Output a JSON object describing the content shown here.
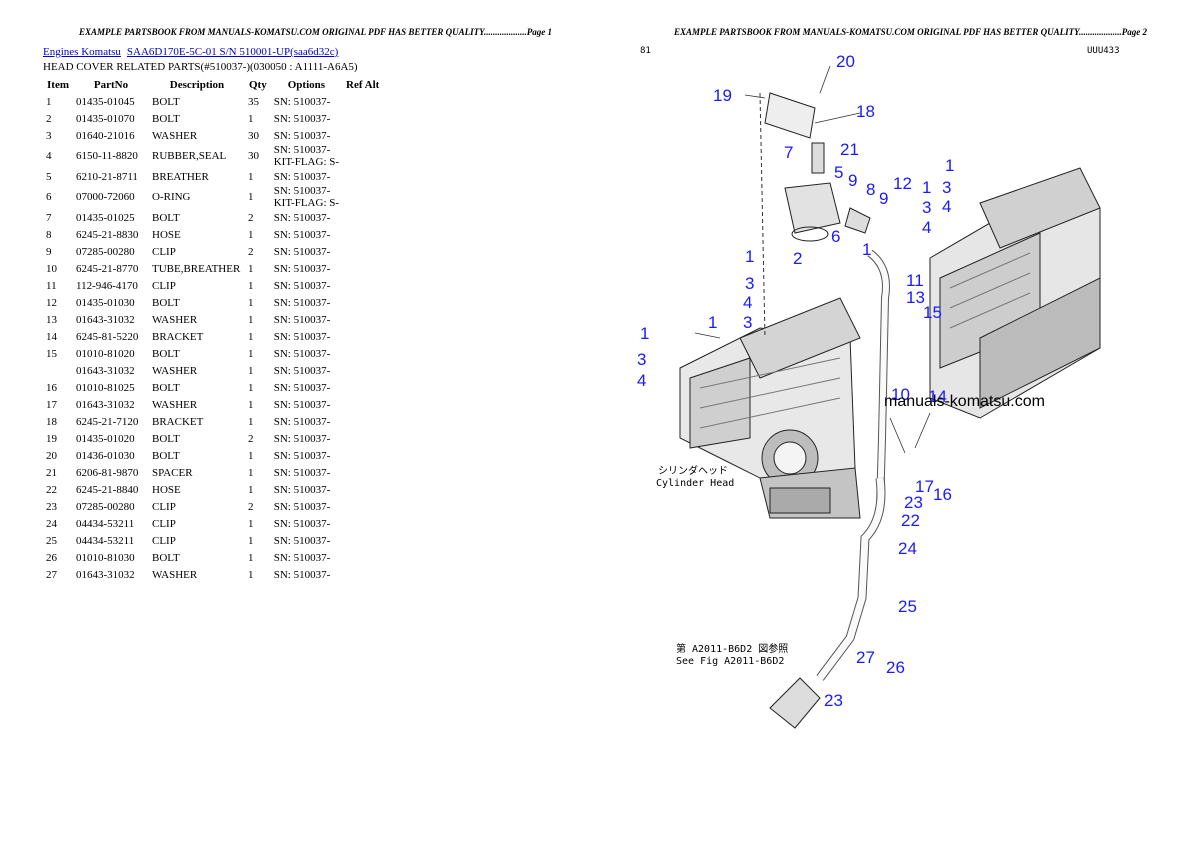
{
  "header": {
    "left_page": "EXAMPLE PARTSBOOK FROM MANUALS-KOMATSU.COM ORIGINAL PDF HAS BETTER QUALITY...................Page 1",
    "right_page": "EXAMPLE PARTSBOOK FROM MANUALS-KOMATSU.COM ORIGINAL PDF HAS BETTER QUALITY...................Page 2"
  },
  "breadcrumb": {
    "link1": "Engines Komatsu",
    "link2": "SAA6D170E-5C-01 S/N 510001-UP(saa6d32c)"
  },
  "subtitle": "HEAD COVER RELATED PARTS(#510037-)(030050 : A1111-A6A5)",
  "table": {
    "headers": [
      "Item",
      "PartNo",
      "Description",
      "Qty",
      "Options",
      "Ref Alt"
    ],
    "rows": [
      {
        "item": "1",
        "part": "01435-01045",
        "desc": "BOLT",
        "qty": "35",
        "opt": "SN: 510037-"
      },
      {
        "item": "2",
        "part": "01435-01070",
        "desc": "BOLT",
        "qty": "1",
        "opt": "SN: 510037-"
      },
      {
        "item": "3",
        "part": "01640-21016",
        "desc": "WASHER",
        "qty": "30",
        "opt": "SN: 510037-"
      },
      {
        "item": "4",
        "part": "6150-11-8820",
        "desc": "RUBBER,SEAL",
        "qty": "30",
        "opt": "SN: 510037-",
        "opt2": "KIT-FLAG: S-"
      },
      {
        "item": "5",
        "part": "6210-21-8711",
        "desc": "BREATHER",
        "qty": "1",
        "opt": "SN: 510037-"
      },
      {
        "item": "6",
        "part": "07000-72060",
        "desc": "O-RING",
        "qty": "1",
        "opt": "SN: 510037-",
        "opt2": "KIT-FLAG: S-"
      },
      {
        "item": "7",
        "part": "01435-01025",
        "desc": "BOLT",
        "qty": "2",
        "opt": "SN: 510037-"
      },
      {
        "item": "8",
        "part": "6245-21-8830",
        "desc": "HOSE",
        "qty": "1",
        "opt": "SN: 510037-"
      },
      {
        "item": "9",
        "part": "07285-00280",
        "desc": "CLIP",
        "qty": "2",
        "opt": "SN: 510037-"
      },
      {
        "item": "10",
        "part": "6245-21-8770",
        "desc": "TUBE,BREATHER",
        "qty": "1",
        "opt": "SN: 510037-"
      },
      {
        "item": "11",
        "part": "112-946-4170",
        "desc": "CLIP",
        "qty": "1",
        "opt": "SN: 510037-"
      },
      {
        "item": "12",
        "part": "01435-01030",
        "desc": "BOLT",
        "qty": "1",
        "opt": "SN: 510037-"
      },
      {
        "item": "13",
        "part": "01643-31032",
        "desc": "WASHER",
        "qty": "1",
        "opt": "SN: 510037-"
      },
      {
        "item": "14",
        "part": "6245-81-5220",
        "desc": "BRACKET",
        "qty": "1",
        "opt": "SN: 510037-"
      },
      {
        "item": "15",
        "part": "01010-81020",
        "desc": "BOLT",
        "qty": "1",
        "opt": "SN: 510037-"
      },
      {
        "item": "",
        "part": "01643-31032",
        "desc": "WASHER",
        "qty": "1",
        "opt": "SN: 510037-"
      },
      {
        "item": "16",
        "part": "01010-81025",
        "desc": "BOLT",
        "qty": "1",
        "opt": "SN: 510037-"
      },
      {
        "item": "17",
        "part": "01643-31032",
        "desc": "WASHER",
        "qty": "1",
        "opt": "SN: 510037-"
      },
      {
        "item": "18",
        "part": "6245-21-7120",
        "desc": "BRACKET",
        "qty": "1",
        "opt": "SN: 510037-"
      },
      {
        "item": "19",
        "part": "01435-01020",
        "desc": "BOLT",
        "qty": "2",
        "opt": "SN: 510037-"
      },
      {
        "item": "20",
        "part": "01436-01030",
        "desc": "BOLT",
        "qty": "1",
        "opt": "SN: 510037-"
      },
      {
        "item": "21",
        "part": "6206-81-9870",
        "desc": "SPACER",
        "qty": "1",
        "opt": "SN: 510037-"
      },
      {
        "item": "22",
        "part": "6245-21-8840",
        "desc": "HOSE",
        "qty": "1",
        "opt": "SN: 510037-"
      },
      {
        "item": "23",
        "part": "07285-00280",
        "desc": "CLIP",
        "qty": "2",
        "opt": "SN: 510037-"
      },
      {
        "item": "24",
        "part": "04434-53211",
        "desc": "CLIP",
        "qty": "1",
        "opt": "SN: 510037-"
      },
      {
        "item": "25",
        "part": "04434-53211",
        "desc": "CLIP",
        "qty": "1",
        "opt": "SN: 510037-"
      },
      {
        "item": "26",
        "part": "01010-81030",
        "desc": "BOLT",
        "qty": "1",
        "opt": "SN: 510037-"
      },
      {
        "item": "27",
        "part": "01643-31032",
        "desc": "WASHER",
        "qty": "1",
        "opt": "SN: 510037-"
      }
    ]
  },
  "figure": {
    "code_left": "81",
    "code_right": "UUU433",
    "watermark": "manuals-komatsu.com",
    "cylinder_head_jp": "シリンダヘッド",
    "cylinder_head_en": "Cylinder Head",
    "see_fig_jp": "第 A2011-B6D2 図参照",
    "see_fig_en": "See Fig A2011-B6D2",
    "callouts": [
      "20",
      "19",
      "18",
      "21",
      "7",
      "5",
      "9",
      "8",
      "9",
      "12",
      "1",
      "1",
      "3",
      "4",
      "3",
      "4",
      "6",
      "1",
      "2",
      "3",
      "1",
      "11",
      "13",
      "15",
      "3",
      "4",
      "1",
      "1",
      "3",
      "4",
      "10",
      "14",
      "17",
      "16",
      "23",
      "22",
      "24",
      "25",
      "27",
      "26",
      "23"
    ]
  },
  "colors": {
    "callout": "#1a1aff",
    "link": "#0000cc"
  }
}
